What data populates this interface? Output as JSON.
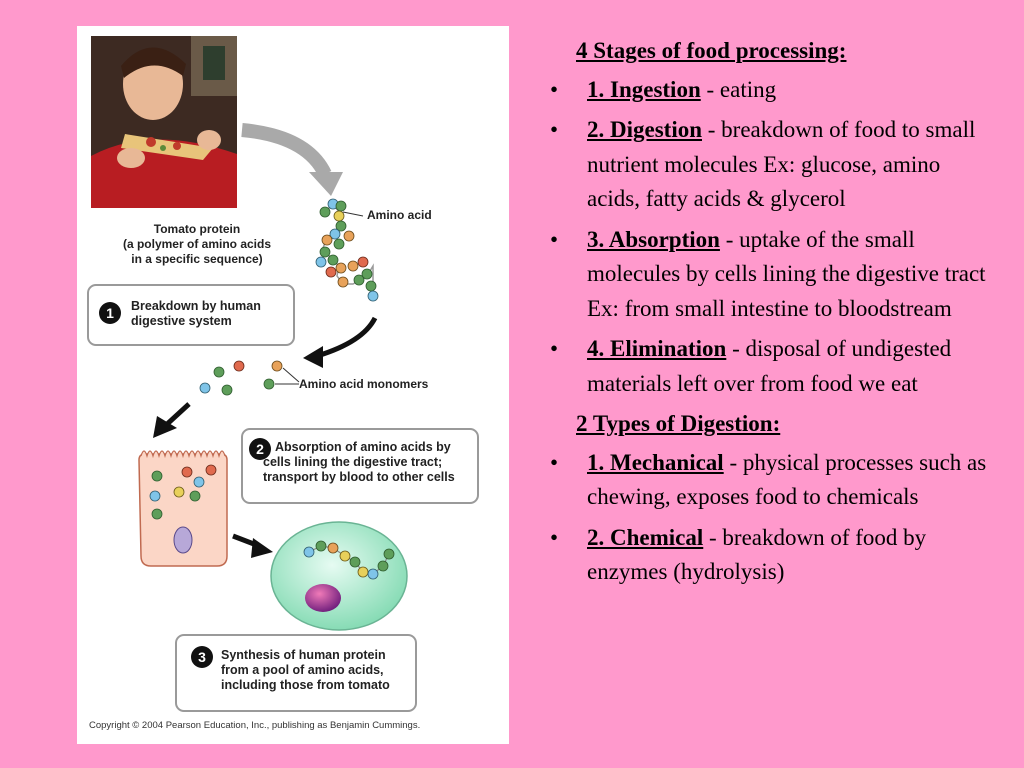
{
  "figure": {
    "amino_acid_label": "Amino acid",
    "tomato_protein_lines": [
      "Tomato protein",
      "(a polymer of amino acids",
      "in a specific sequence)"
    ],
    "monomers_label": "Amino acid monomers",
    "steps": [
      {
        "num": "1",
        "lines": [
          "Breakdown by human",
          "digestive system"
        ]
      },
      {
        "num": "2",
        "lines": [
          "Absorption of amino acids by",
          "cells lining the digestive tract;",
          "transport by blood to other cells"
        ]
      },
      {
        "num": "3",
        "lines": [
          "Synthesis of human protein",
          "from a pool of amino acids,",
          "including those from tomato"
        ]
      }
    ],
    "copyright": "Copyright © 2004 Pearson Education, Inc., publishing as Benjamin Cummings.",
    "colors": {
      "bead_green": "#5e9e5a",
      "bead_blue": "#7fc4e8",
      "bead_orange": "#e8a25a",
      "bead_red": "#e06a4e",
      "cell_fill": "#fbd6c6",
      "cell2_fill": "#a8e6c8"
    }
  },
  "text": {
    "stages_heading": "4 Stages of food processing:",
    "stages": [
      {
        "term": "1. Ingestion",
        "desc": " - eating"
      },
      {
        "term": "2. Digestion",
        "desc": " - breakdown of food to small nutrient molecules Ex: glucose, amino acids, fatty acids & glycerol"
      },
      {
        "term": "3. Absorption",
        "desc": " - uptake of the small molecules by cells lining the digestive tract  Ex: from small intestine to bloodstream"
      },
      {
        "term": "4. Elimination",
        "desc": " - disposal of undigested materials left over from food we eat"
      }
    ],
    "types_heading": "2 Types of Digestion:",
    "types": [
      {
        "term": "1. Mechanical",
        "desc": " - physical processes such as chewing, exposes food to chemicals"
      },
      {
        "term": "2. Chemical",
        "desc": " - breakdown of food by enzymes (hydrolysis)"
      }
    ],
    "bullet": "•"
  }
}
